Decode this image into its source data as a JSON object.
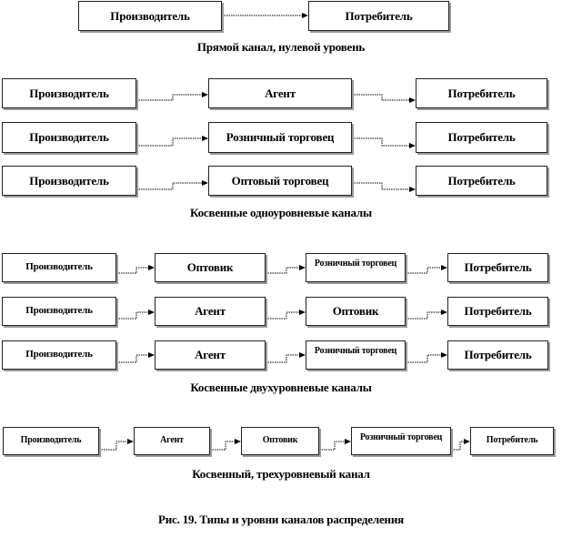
{
  "diagram": {
    "row1": {
      "producer": "Производитель",
      "consumer": "Потребитель",
      "caption": "Прямой канал, нулевой уровень"
    },
    "one_level": {
      "caption": "Косвенные одноуровневые каналы",
      "rows": [
        {
          "producer": "Производитель",
          "middle": "Агент",
          "consumer": "Потребитель"
        },
        {
          "producer": "Производитель",
          "middle": "Розничный  торговец",
          "consumer": "Потребитель"
        },
        {
          "producer": "Производитель",
          "middle": "Оптовый торговец",
          "consumer": "Потребитель"
        }
      ]
    },
    "two_level": {
      "caption": "Косвенные двухуровневые каналы",
      "rows": [
        {
          "producer": "Производитель",
          "m1": "Оптовик",
          "m2": "Розничный торговец",
          "consumer": "Потребитель"
        },
        {
          "producer": "Производитель",
          "m1": "Агент",
          "m2": "Оптовик",
          "consumer": "Потребитель"
        },
        {
          "producer": "Производитель",
          "m1": "Агент",
          "m2": "Розничный торговец",
          "consumer": "Потребитель"
        }
      ]
    },
    "three_level": {
      "caption": "Косвенный, трехуровневый канал",
      "row": {
        "producer": "Производитель",
        "m1": "Агент",
        "m2": "Оптовик",
        "m3": "Розничный торговец",
        "consumer": "Потребитель"
      }
    },
    "figure_caption": "Рис. 19. Типы  и уровни  каналов  распределения"
  }
}
